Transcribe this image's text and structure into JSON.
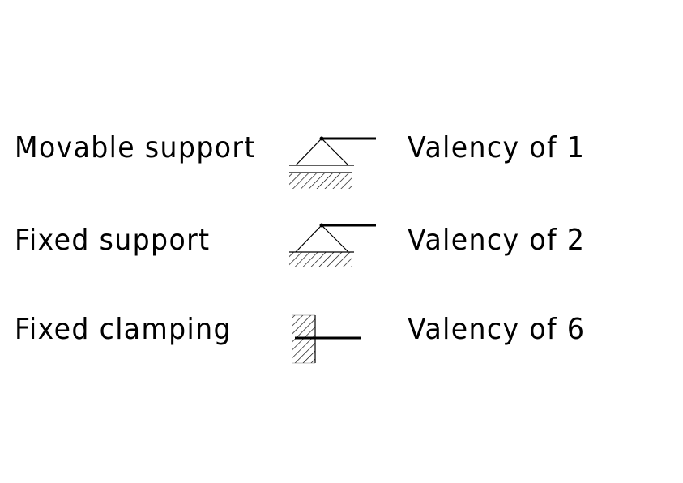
{
  "rows": [
    {
      "name": "Movable support",
      "valency": "Valency of 1",
      "symbol": "movable-support-icon"
    },
    {
      "name": "Fixed support",
      "valency": "Valency of 2",
      "symbol": "fixed-support-icon"
    },
    {
      "name": "Fixed clamping",
      "valency": "Valency of 6",
      "symbol": "fixed-clamping-icon"
    }
  ],
  "colors": {
    "ink": "#000000",
    "background": "#ffffff"
  }
}
